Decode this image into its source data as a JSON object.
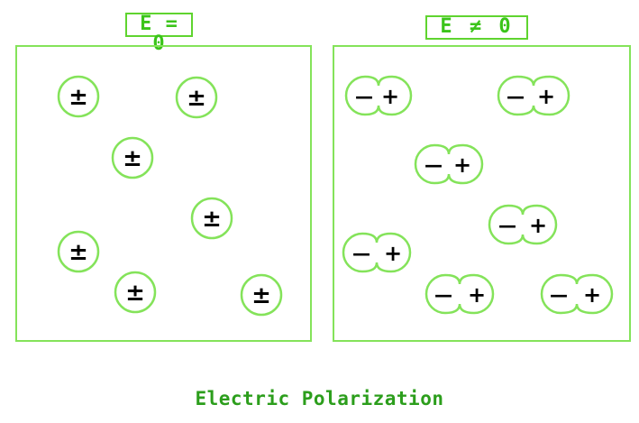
{
  "labels": {
    "left": "E = 0",
    "right": "E ≠ 0"
  },
  "symbols": {
    "unpolarized": "±",
    "minus": "—",
    "plus": "+"
  },
  "caption": "Electric Polarization",
  "colors": {
    "label_green": "#3bc41a",
    "border_green": "#84e35a",
    "caption_green": "#2c9e1c"
  }
}
